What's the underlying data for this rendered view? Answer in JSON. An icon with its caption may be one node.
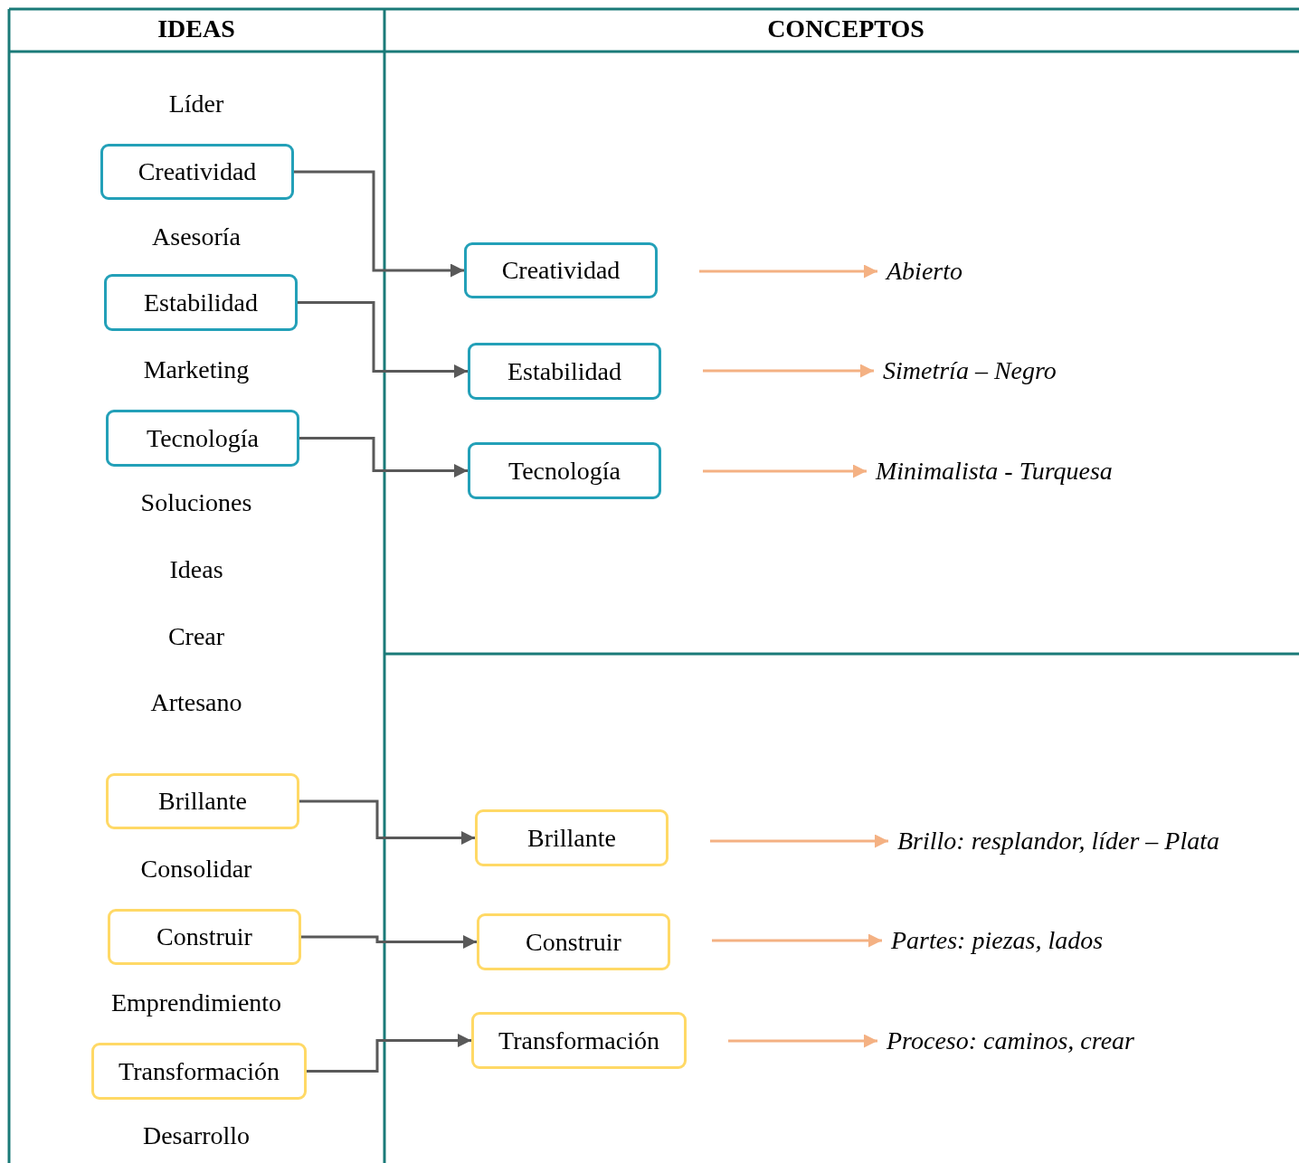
{
  "diagram": {
    "nodes": [
      {
        "text": [
          "Creatividad"
        ]
      },
      {
        "text": [
          "Estabilidad"
        ]
      },
      {
        "text": [
          "Tecnología"
        ]
      },
      {
        "text": [
          "Brillante"
        ]
      },
      {
        "text": [
          "Construir"
        ]
      },
      {
        "text": [
          "Transformación"
        ]
      },
      {
        "text": [
          "Creatividad"
        ]
      },
      {
        "text": [
          "Abierto"
        ]
      },
      {
        "text": [
          "Estabilidad"
        ]
      },
      {
        "text": [
          "Simetría – Negro"
        ]
      },
      {
        "text": [
          "Tecnología"
        ]
      },
      {
        "text": [
          "Minimalista - Turquesa"
        ]
      },
      {
        "text": [
          "Brillante"
        ]
      },
      {
        "text": [
          "Brillo: resplandor, líder – Plata"
        ]
      },
      {
        "text": [
          "Construir"
        ]
      },
      {
        "text": [
          "Partes: piezas, lados"
        ]
      },
      {
        "text": [
          "Transformación"
        ]
      },
      {
        "text": [
          "Proceso: caminos, crear"
        ]
      }
    ],
    "edges": [
      {
        "from": 0,
        "to": 6,
        "arrow": "to"
      },
      {
        "from": 1,
        "to": 8,
        "arrow": "to"
      },
      {
        "from": 2,
        "to": 10,
        "arrow": "to"
      },
      {
        "from": 3,
        "to": 12,
        "arrow": "to"
      },
      {
        "from": 4,
        "to": 14,
        "arrow": "to"
      },
      {
        "from": 5,
        "to": 16,
        "arrow": "to"
      },
      {
        "from": 6,
        "to": 7,
        "arrow": "to",
        "color": "#f4b183"
      },
      {
        "from": 8,
        "to": 9,
        "arrow": "to",
        "color": "#f4b183"
      },
      {
        "from": 10,
        "to": 11,
        "arrow": "to",
        "color": "#f4b183"
      },
      {
        "from": 12,
        "to": 13,
        "arrow": "to",
        "color": "#f4b183"
      },
      {
        "from": 14,
        "to": 15,
        "arrow": "to",
        "color": "#f4b183"
      },
      {
        "from": 16,
        "to": 17,
        "arrow": "to",
        "color": "#f4b183"
      }
    ],
    "labels": [
      "IDEAS",
      "CONCEPTOS",
      "Líder",
      "Asesoría",
      "Marketing",
      "Soluciones",
      "Ideas",
      "Crear",
      "Artesano",
      "Consolidar",
      "Emprendimiento",
      "Desarrollo"
    ]
  }
}
